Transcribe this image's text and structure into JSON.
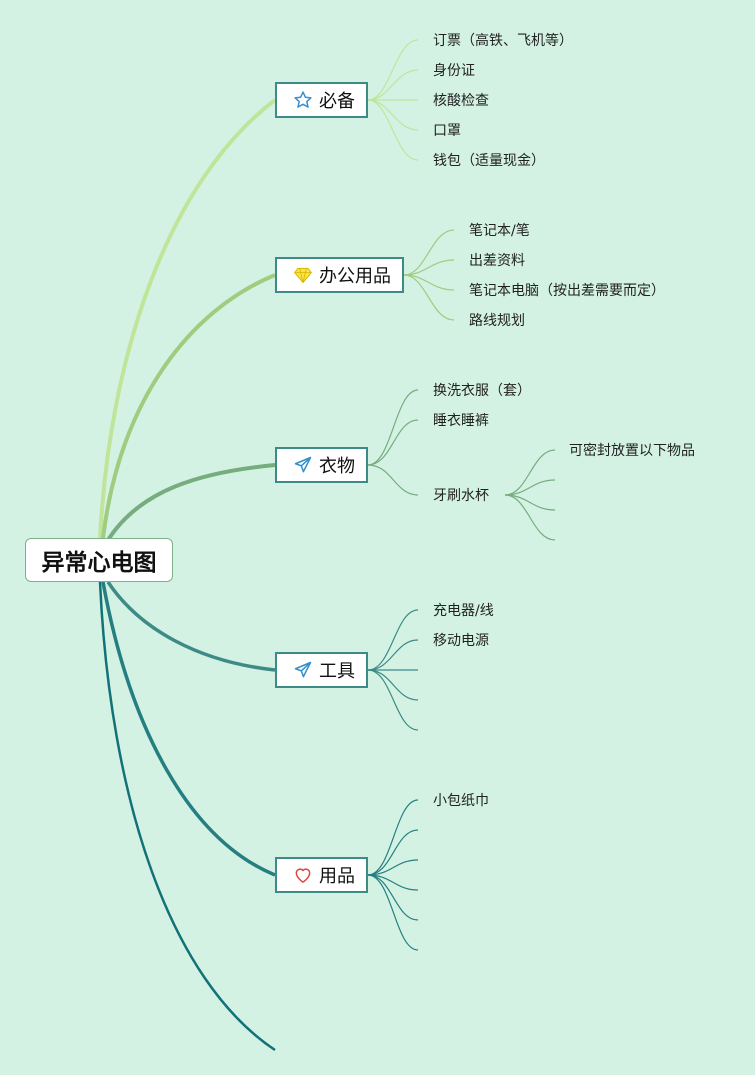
{
  "root": {
    "label": "异常心电图"
  },
  "branches": [
    {
      "label": "必备",
      "icon": "star-icon",
      "leaves": [
        "订票（高铁、飞机等）",
        "身份证",
        "核酸检查",
        "口罩",
        "钱包（适量现金）"
      ]
    },
    {
      "label": "办公用品",
      "icon": "diamond-icon",
      "leaves": [
        "笔记本/笔",
        "出差资料",
        "笔记本电脑（按出差需要而定）",
        "路线规划"
      ]
    },
    {
      "label": "衣物",
      "icon": "paper-plane-icon",
      "leaves": [
        "换洗衣服（套）",
        "睡衣睡裤",
        "牙刷水杯"
      ],
      "subleaves": [
        "可密封放置以下物品"
      ]
    },
    {
      "label": "工具",
      "icon": "paper-plane-icon",
      "leaves": [
        "充电器/线",
        "移动电源"
      ]
    },
    {
      "label": "用品",
      "icon": "heart-icon",
      "leaves": [
        "小包纸巾"
      ]
    }
  ],
  "colors": {
    "background": "#d3f2e4",
    "branch1": "#c0e59a",
    "branch2": "#9fcc7e",
    "branch3": "#76ac7e",
    "branch4": "#3d8a86",
    "branch5": "#257f80",
    "branch6": "#127278"
  }
}
